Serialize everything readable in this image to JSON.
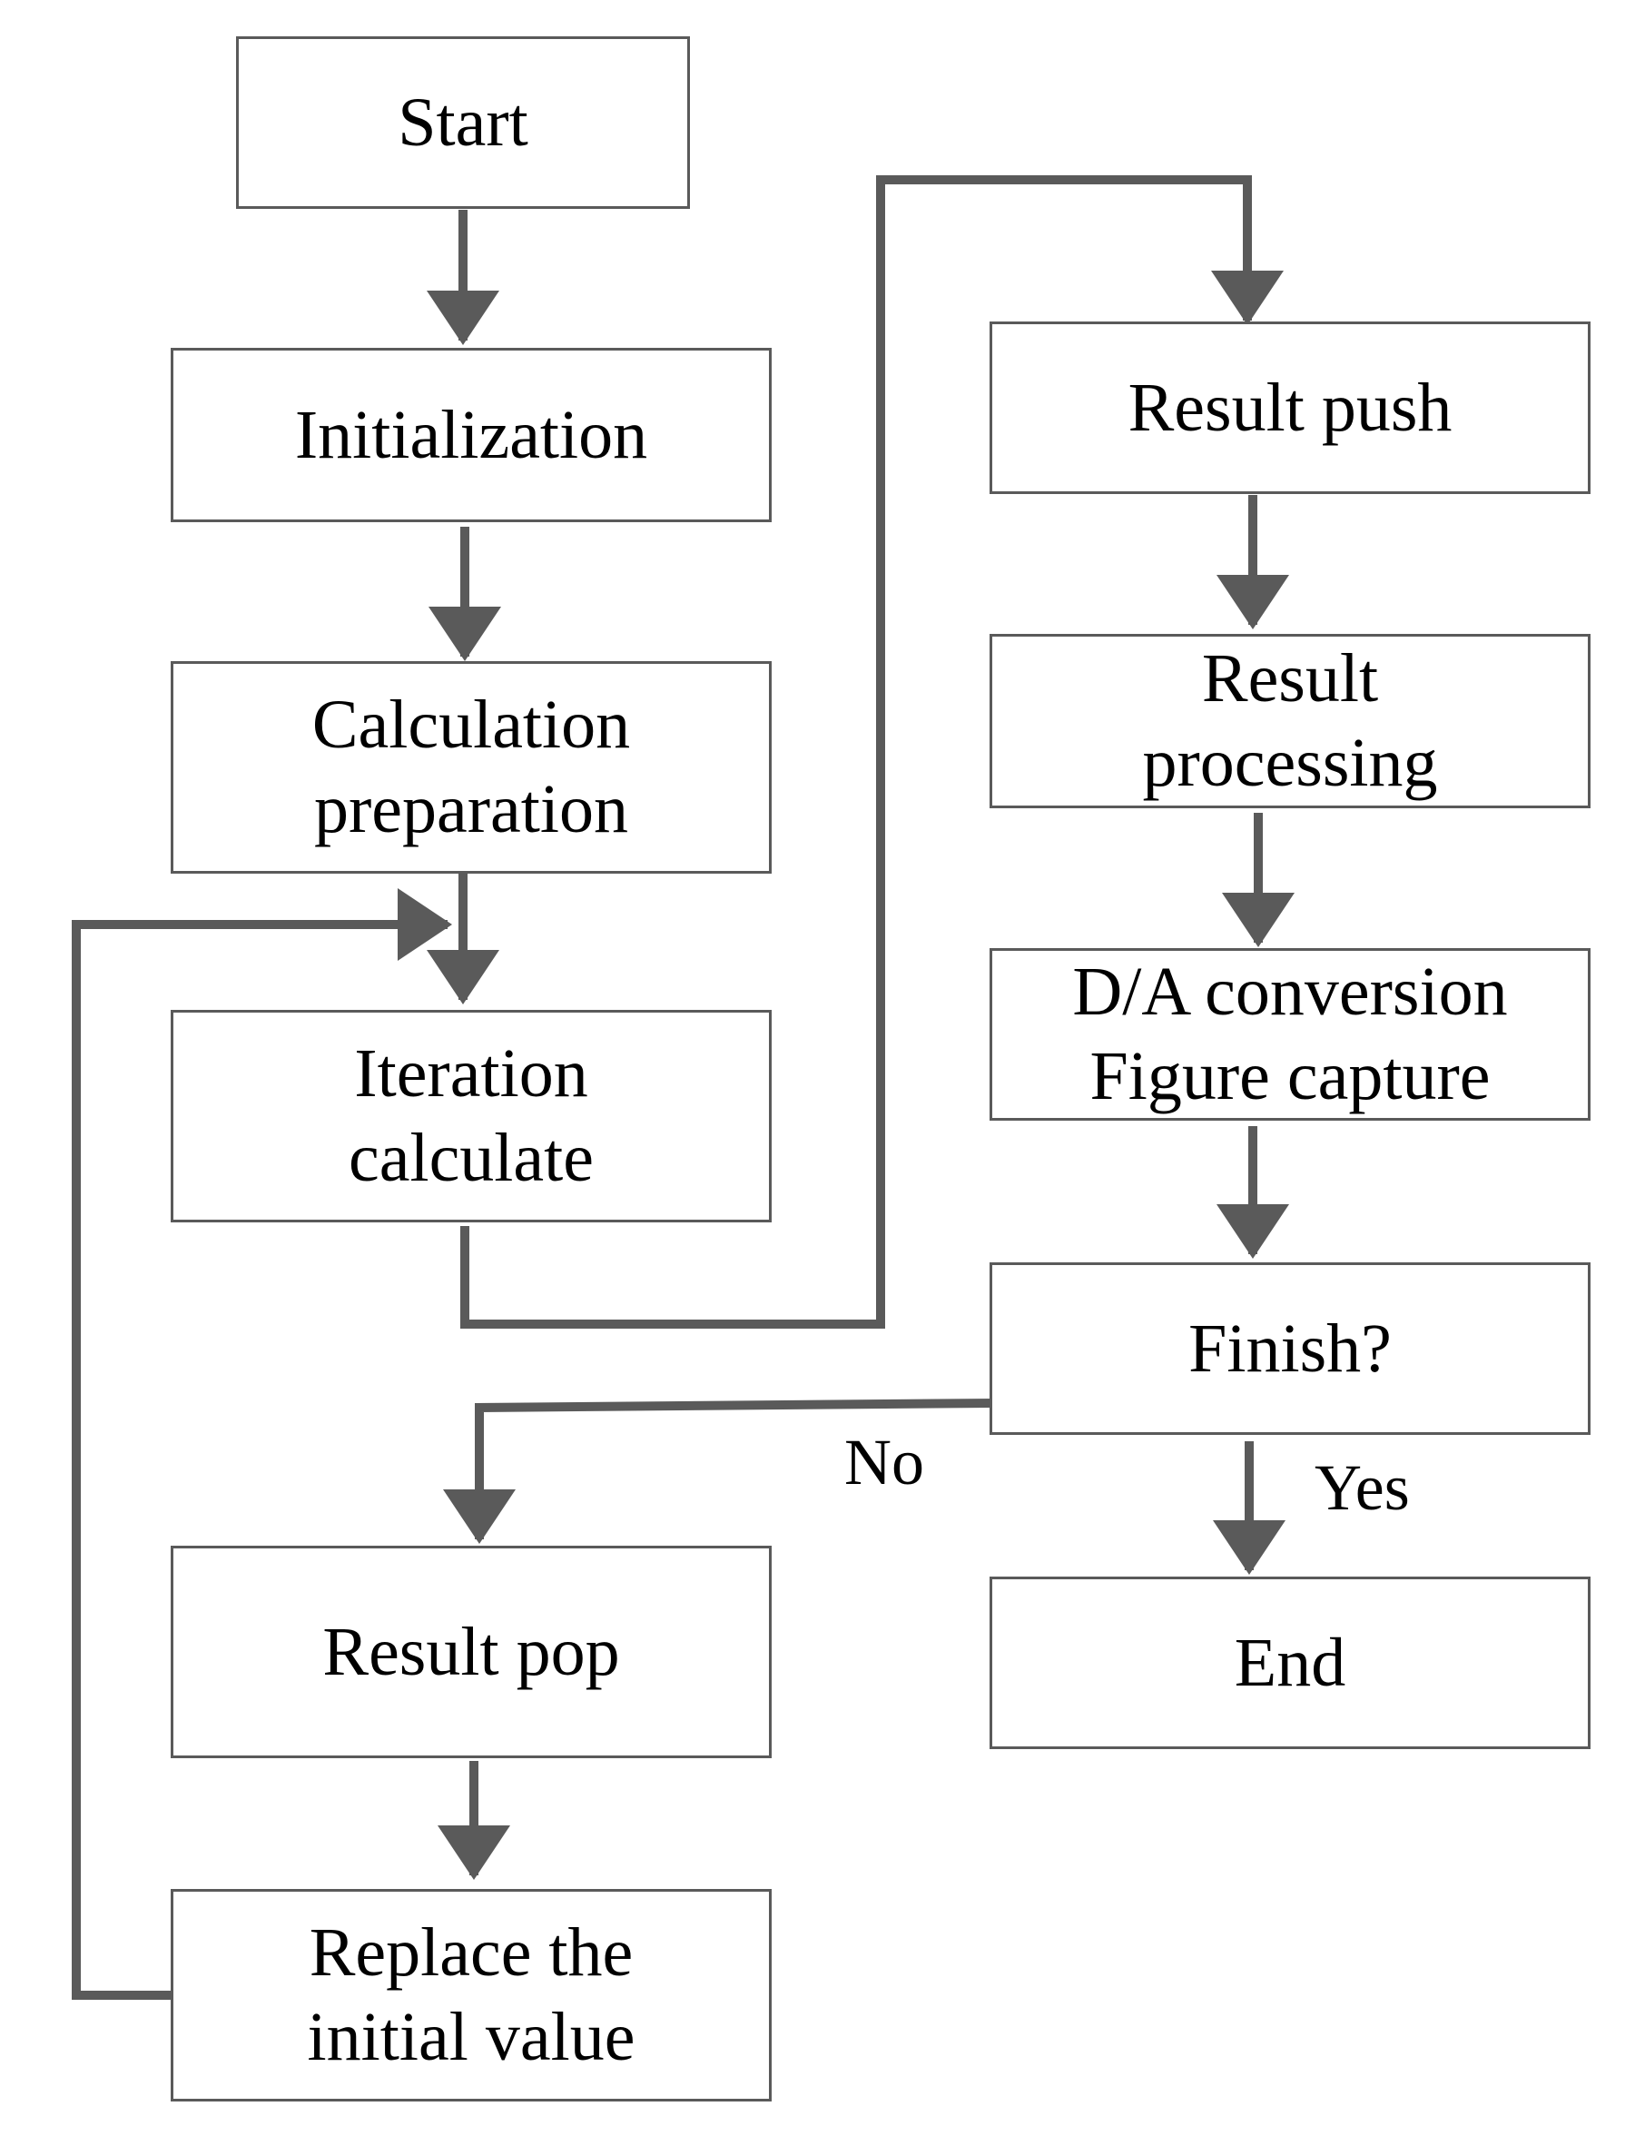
{
  "diagram": {
    "nodes": {
      "start": "Start",
      "initialization": "Initialization",
      "calc_prep": "Calculation\npreparation",
      "iteration": "Iteration\ncalculate",
      "result_pop": "Result pop",
      "replace": "Replace the\ninitial value",
      "result_push": "Result push",
      "result_processing": "Result\nprocessing",
      "da_conversion": "D/A conversion\nFigure capture",
      "finish": "Finish?",
      "end": "End"
    },
    "edge_labels": {
      "no": "No",
      "yes": "Yes"
    },
    "colors": {
      "line": "#5a5a5a",
      "box_border": "#5a5a5a",
      "text": "#000000"
    }
  }
}
